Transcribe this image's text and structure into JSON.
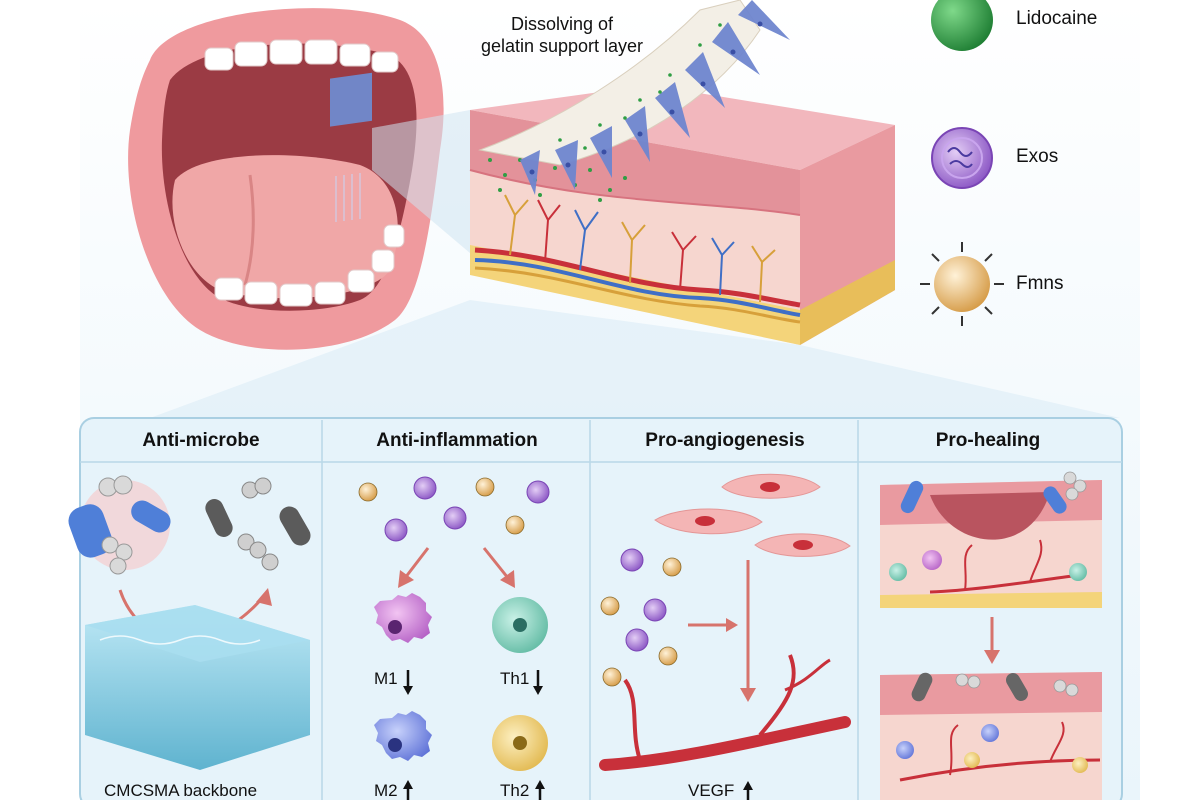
{
  "top": {
    "caption_line1": "Dissolving of",
    "caption_line2": "gelatin support layer"
  },
  "legend": [
    {
      "label": "Lidocaine",
      "icon": "green-sphere-icon",
      "color": "#2f9e44"
    },
    {
      "label": "Exos",
      "icon": "exosome-icon",
      "color": "#9b6ad0"
    },
    {
      "label": "Fmns",
      "icon": "spiky-nanoparticle-icon",
      "color": "#e0b266"
    }
  ],
  "panels": [
    {
      "title": "Anti-microbe",
      "footer": "CMCSMA backbone"
    },
    {
      "title": "Anti-inflammation",
      "m1": "M1",
      "th1": "Th1",
      "m2": "M2",
      "th2": "Th2"
    },
    {
      "title": "Pro-angiogenesis",
      "footer": "VEGF"
    },
    {
      "title": "Pro-healing"
    }
  ],
  "colors": {
    "panel_bg": "#e6f3fa",
    "panel_border": "#a9cfe2",
    "tissue_pink": "#e99aa0",
    "vessel_red": "#c8303a",
    "arrow": "#d7736c"
  }
}
